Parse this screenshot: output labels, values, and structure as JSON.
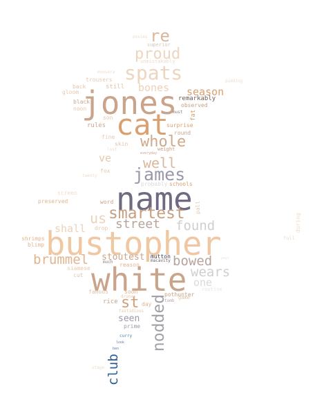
{
  "palette": {
    "dark": "#6f6a80",
    "brown": "#c8a489",
    "tan": "#e0b48e",
    "light": "#eddccb",
    "blue": "#2e5f92",
    "grey": "#b9b9b9"
  },
  "words": [
    {
      "text": "bustopher",
      "color": "#efc8a3"
    },
    {
      "text": "white",
      "color": "#c9a48a"
    },
    {
      "text": "name",
      "color": "#6f6a80"
    },
    {
      "text": "jones",
      "color": "#c9a48a"
    },
    {
      "text": "cat",
      "color": "#d9a070"
    },
    {
      "text": "spats",
      "color": "#ecd6c0"
    },
    {
      "text": "proud",
      "color": "#ecd6c0"
    },
    {
      "text": "re",
      "color": "#d9b89a"
    },
    {
      "text": "whole",
      "color": "#cfa98a"
    },
    {
      "text": "james",
      "color": "#9a98a8"
    },
    {
      "text": "well",
      "color": "#d9b89a"
    },
    {
      "text": "smartest",
      "color": "#c6a082"
    },
    {
      "text": "us",
      "color": "#ecd2ba"
    },
    {
      "text": "street",
      "color": "#b5a49c"
    },
    {
      "text": "found",
      "color": "#cfcfcf"
    },
    {
      "text": "brummel",
      "color": "#e0b48e"
    },
    {
      "text": "bowed",
      "color": "#b5a49c"
    },
    {
      "text": "wears",
      "color": "#cfcfcf"
    },
    {
      "text": "st",
      "color": "#cfa07a"
    },
    {
      "text": "nodded",
      "color": "#a3a0aa"
    },
    {
      "text": "club",
      "color": "#2e5f92"
    },
    {
      "text": "bones",
      "color": "#ecd2ba"
    },
    {
      "text": "season",
      "color": "#d9a070"
    },
    {
      "text": "ve",
      "color": "#e6c8ae"
    },
    {
      "text": "shall",
      "color": "#ecd2ba"
    },
    {
      "text": "stoutest",
      "color": "#c9a48a"
    },
    {
      "text": "seen",
      "color": "#9a98a8"
    },
    {
      "text": "one",
      "color": "#d9d9d9"
    },
    {
      "text": "remarkably",
      "color": "#6e5a52"
    },
    {
      "text": "observed",
      "color": "#c6a082"
    },
    {
      "text": "superior",
      "color": "#d9c4b4"
    },
    {
      "text": "unmistakably",
      "color": "#eddccb"
    },
    {
      "text": "trousers",
      "color": "#e6c8ae"
    },
    {
      "text": "still",
      "color": "#e0c4aa"
    },
    {
      "text": "back",
      "color": "#e0c4aa"
    },
    {
      "text": "gloom",
      "color": "#e6c8ae"
    },
    {
      "text": "noon",
      "color": "#e6c8ae"
    },
    {
      "text": "black",
      "color": "#c9a48a"
    },
    {
      "text": "rules",
      "color": "#c9a48a"
    },
    {
      "text": "son",
      "color": "#e6c8ae"
    },
    {
      "text": "surprise",
      "color": "#d9a070"
    },
    {
      "text": "round",
      "color": "#c9a48a"
    },
    {
      "text": "must",
      "color": "#8a7a72"
    },
    {
      "text": "fat",
      "color": "#d9a070"
    },
    {
      "text": "skin",
      "color": "#e0c4aa"
    },
    {
      "text": "fine",
      "color": "#e6c8ae"
    },
    {
      "text": "weight",
      "color": "#c6a082"
    },
    {
      "text": "everyday",
      "color": "#c9a48a"
    },
    {
      "text": "fox",
      "color": "#e6c8ae"
    },
    {
      "text": "schools",
      "color": "#d9a070"
    },
    {
      "text": "probably",
      "color": "#d9d9d9"
    },
    {
      "text": "screen",
      "color": "#eddccb"
    },
    {
      "text": "preserved",
      "color": "#e0b48e"
    },
    {
      "text": "word",
      "color": "#c9a48a"
    },
    {
      "text": "drop",
      "color": "#e6c8ae"
    },
    {
      "text": "shrimps",
      "color": "#e0b48e"
    },
    {
      "text": "blimp",
      "color": "#e0b48e"
    },
    {
      "text": "siamese",
      "color": "#e6c8ae"
    },
    {
      "text": "cut",
      "color": "#e0c4aa"
    },
    {
      "text": "famous",
      "color": "#e0c4aa"
    },
    {
      "text": "reason",
      "color": "#e0b48e"
    },
    {
      "text": "much",
      "color": "#8a7a72"
    },
    {
      "text": "mutton",
      "color": "#3d3a50"
    },
    {
      "text": "macavity",
      "color": "#6e5a52"
    },
    {
      "text": "soon",
      "color": "#e0b48e"
    },
    {
      "text": "rice",
      "color": "#c9a48a"
    },
    {
      "text": "day",
      "color": "#e0b48e"
    },
    {
      "text": "pothunter",
      "color": "#c6a082"
    },
    {
      "text": "tomb",
      "color": "#b5a49c"
    },
    {
      "text": "routine",
      "color": "#e6e6e6"
    },
    {
      "text": "drones",
      "color": "#e6c8ae"
    },
    {
      "text": "fastidious",
      "color": "#e6c8ae"
    },
    {
      "text": "prime",
      "color": "#9a98a8"
    },
    {
      "text": "curry",
      "color": "#5a7ab0"
    },
    {
      "text": "look",
      "color": "#5a7ab0"
    },
    {
      "text": "ben",
      "color": "#5a7ab0"
    },
    {
      "text": "stage",
      "color": "#eddccb"
    },
    {
      "text": "pudding",
      "color": "#eddccb"
    },
    {
      "text": "pall",
      "color": "#e6c8ae"
    },
    {
      "text": "game",
      "color": "#e0c4aa"
    },
    {
      "text": "pays",
      "color": "#e6e6e6"
    },
    {
      "text": "full",
      "color": "#eddccb"
    },
    {
      "text": "during",
      "color": "#eddccb"
    },
    {
      "text": "posses",
      "color": "#eddccb"
    },
    {
      "text": "mousera",
      "color": "#eddccb"
    },
    {
      "text": "twenty",
      "color": "#eddccb"
    },
    {
      "text": "lost",
      "color": "#eddccb"
    }
  ]
}
